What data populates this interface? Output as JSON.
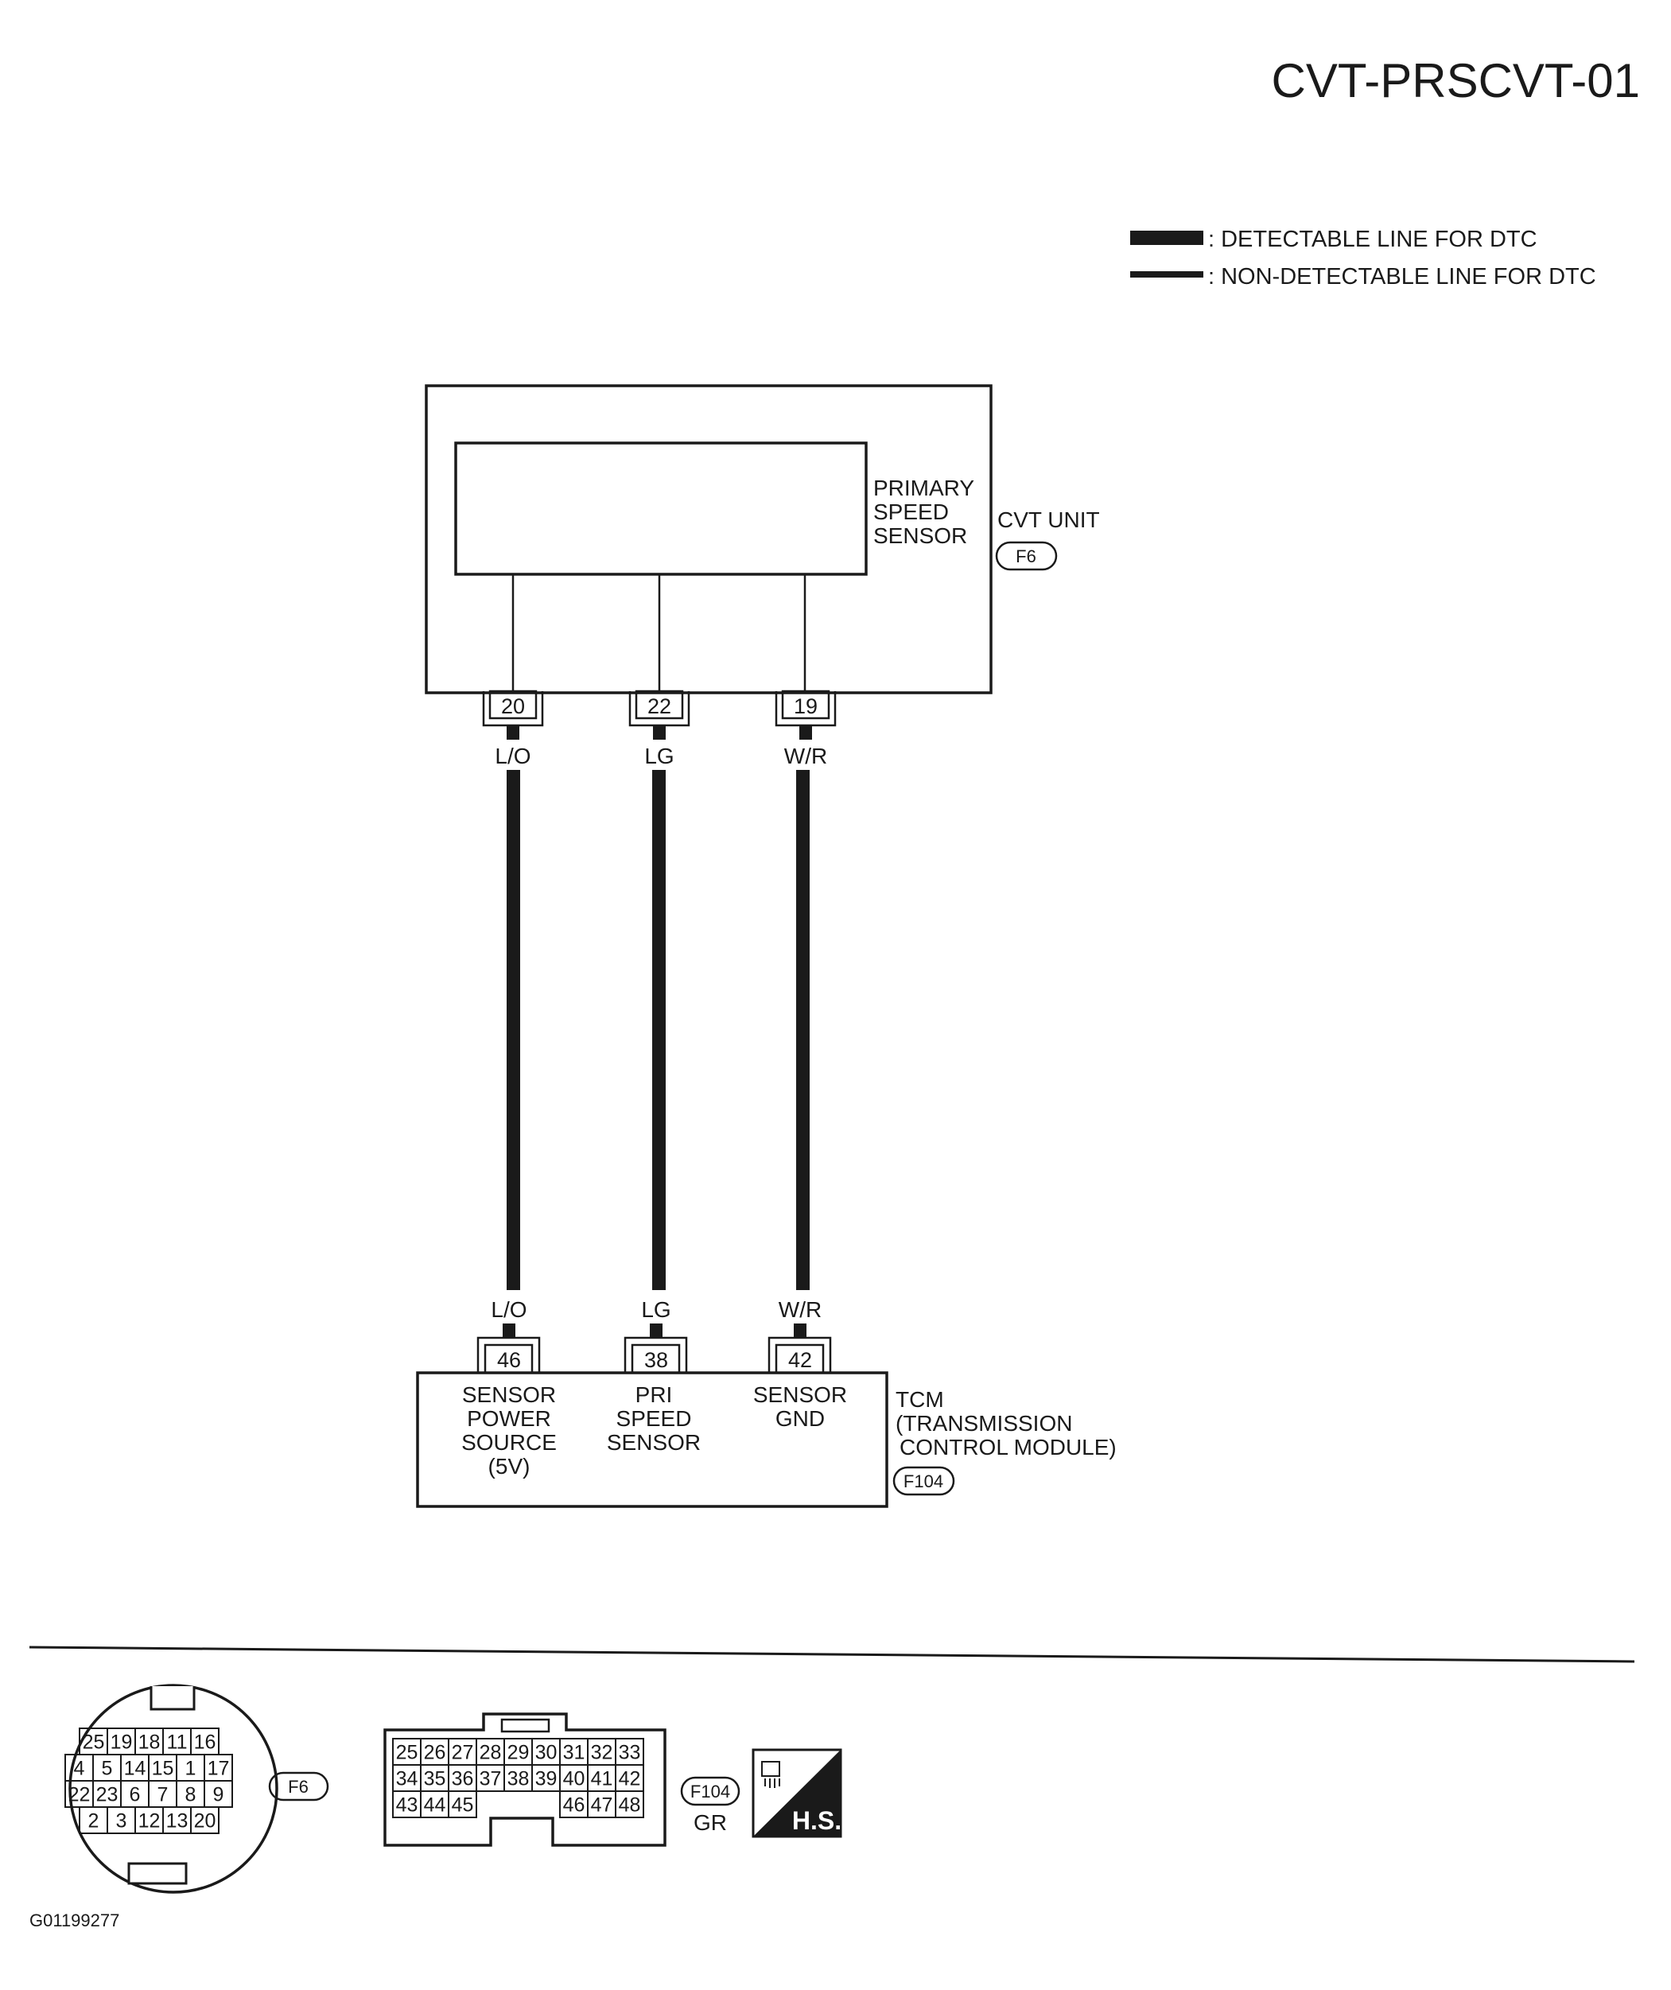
{
  "title": "CVT-PRSCVT-01",
  "legend": {
    "detectable": ": DETECTABLE LINE FOR DTC",
    "non_detectable": ": NON-DETECTABLE LINE FOR DTC"
  },
  "cvt_unit": {
    "name": "CVT UNIT",
    "connector": "F6",
    "sensor_line1": "PRIMARY",
    "sensor_line2": "SPEED",
    "sensor_line3": "SENSOR"
  },
  "tcm": {
    "name_line1": "TCM",
    "name_line2": "(TRANSMISSION",
    "name_line3": "CONTROL MODULE)",
    "connector": "F104"
  },
  "wires": [
    {
      "color": "L/O",
      "from_pin": "20",
      "to_pin": "46",
      "function": [
        "SENSOR",
        "POWER",
        "SOURCE",
        "(5V)"
      ]
    },
    {
      "color": "LG",
      "from_pin": "22",
      "to_pin": "38",
      "function": [
        "PRI",
        "SPEED",
        "SENSOR"
      ]
    },
    {
      "color": "W/R",
      "from_pin": "19",
      "to_pin": "42",
      "function": [
        "SENSOR",
        "GND"
      ]
    }
  ],
  "connector_f6": {
    "label": "F6",
    "rows": [
      [
        "25",
        "19",
        "18",
        "11",
        "16"
      ],
      [
        "4",
        "5",
        "14",
        "15",
        "1",
        "17"
      ],
      [
        "22",
        "23",
        "6",
        "7",
        "8",
        "9"
      ],
      [
        "2",
        "3",
        "12",
        "13",
        "20"
      ]
    ]
  },
  "connector_f104": {
    "label": "F104",
    "color": "GR",
    "rows": [
      [
        "25",
        "26",
        "27",
        "28",
        "29",
        "30",
        "31",
        "32",
        "33"
      ],
      [
        "34",
        "35",
        "36",
        "37",
        "38",
        "39",
        "40",
        "41",
        "42"
      ],
      [
        "43",
        "44",
        "45",
        "46",
        "47",
        "48"
      ]
    ]
  },
  "hs_badge": "H.S.",
  "figure_code": "G01199277"
}
